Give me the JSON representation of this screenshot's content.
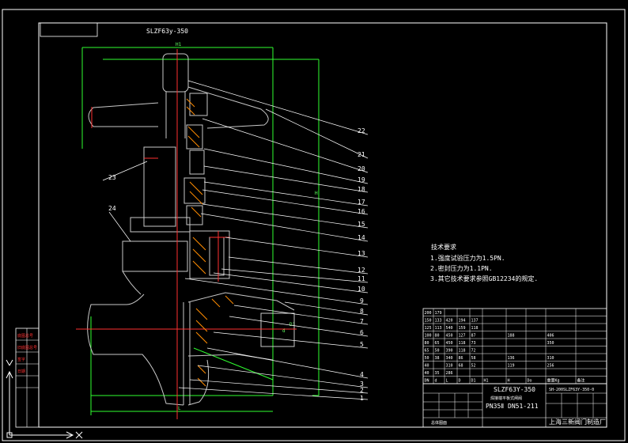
{
  "drawing": {
    "title_code": "SLZF63y-350",
    "tech_req": {
      "heading": "技术要求",
      "lines": [
        "1.强度试验压力为1.5PN.",
        "2.密封压力为1.1PN.",
        "3.其它技术要求参照GB12234的规定."
      ]
    },
    "leaders": [
      "22",
      "21",
      "20",
      "19",
      "18",
      "17",
      "16",
      "15",
      "14",
      "13",
      "12",
      "11",
      "10",
      "9",
      "8",
      "7",
      "6",
      "5",
      "4",
      "3",
      "2",
      "1"
    ],
    "left_leaders": [
      "23",
      "24"
    ],
    "dims": {
      "top": "H1",
      "height": "H",
      "bottom": "L",
      "d": "d",
      "d1": "D1"
    },
    "sidebar_labels": [
      "底图总号",
      "旧底图总号",
      "签字",
      "日期"
    ],
    "dim_table": {
      "rows": [
        [
          "200",
          "179",
          "",
          "",
          "",
          "",
          "",
          "",
          "",
          ""
        ],
        [
          "150",
          "133",
          "420",
          "194",
          "137",
          "",
          "",
          "",
          "",
          ""
        ],
        [
          "125",
          "113",
          "540",
          "159",
          "118",
          "",
          "",
          "",
          "",
          ""
        ],
        [
          "100",
          "80",
          "450",
          "127",
          "87",
          "",
          "188",
          "",
          "406",
          ""
        ],
        [
          "80",
          "65",
          "450",
          "118",
          "73",
          "",
          "",
          "",
          "350",
          ""
        ],
        [
          "65",
          "50",
          "390",
          "118",
          "72",
          "",
          "",
          "",
          "",
          ""
        ],
        [
          "50",
          "38",
          "340",
          "86",
          "58",
          "",
          "136",
          "",
          "310",
          ""
        ],
        [
          "40",
          "",
          "310",
          "68",
          "52",
          "",
          "119",
          "",
          "256",
          ""
        ],
        [
          "40",
          "35",
          "286",
          "",
          "",
          "",
          "",
          "",
          "",
          ""
        ]
      ],
      "header": [
        "DN",
        "d",
        "L",
        "D",
        "D1",
        "H1",
        "H",
        "Do",
        "重量Kg",
        "备注"
      ]
    },
    "title_block": {
      "drawing_no": "SH-200SLZF63Y-350-0",
      "model": "SLZF63Y-350",
      "name": "焊接端平板式闸阀",
      "spec": "PN35Ⅱ DN51-211",
      "tech_label": "总体图面",
      "company": "上海三新阀门制造厂"
    }
  }
}
